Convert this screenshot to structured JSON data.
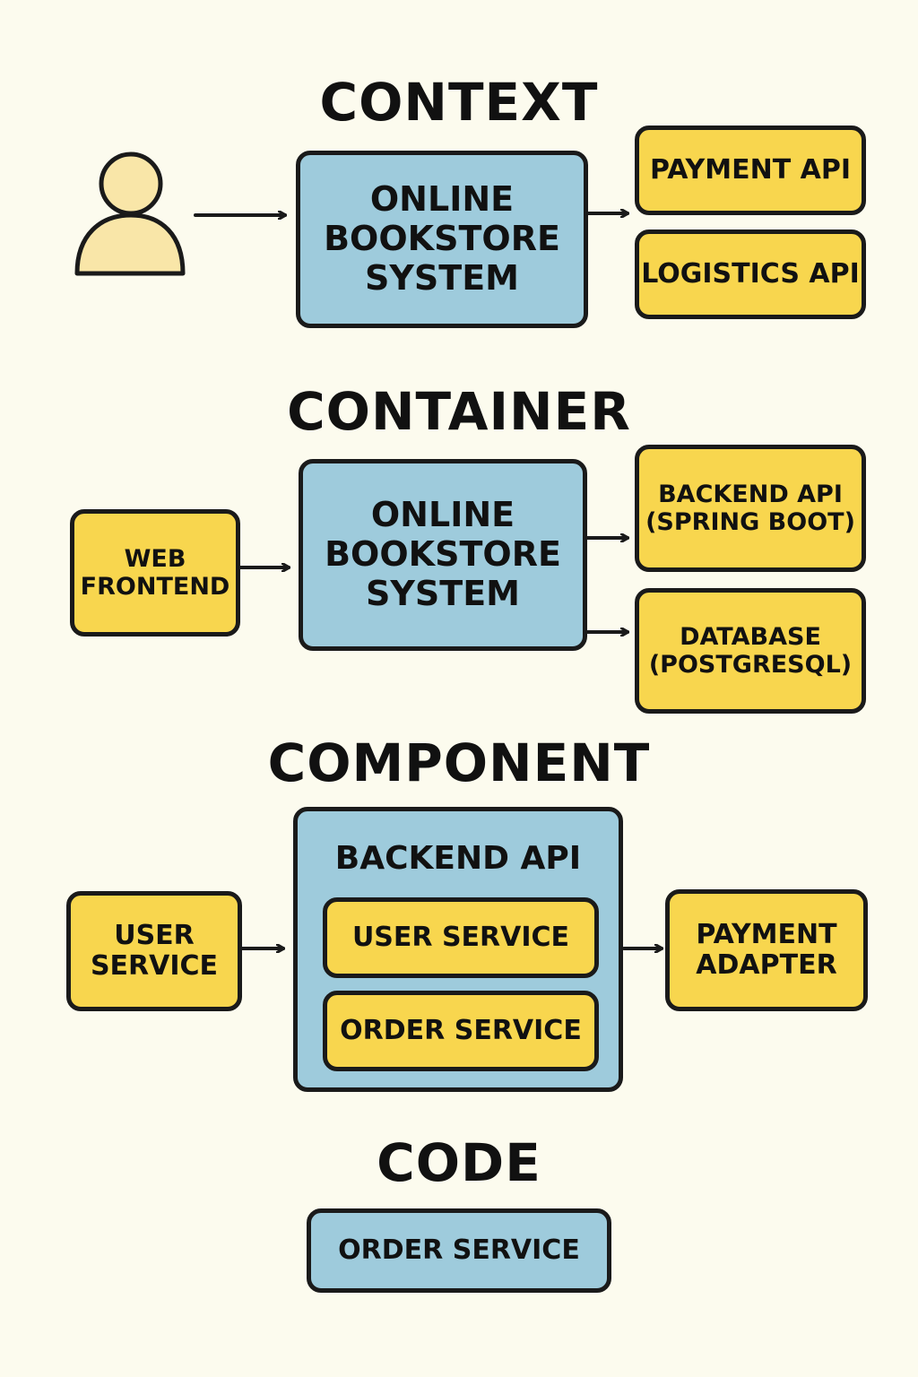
{
  "colors": {
    "background": "#fcfbee",
    "blue_box": "#9ecbdc",
    "yellow_box": "#f8d64e",
    "person": "#f9e6a8",
    "outline": "#1a1a1a"
  },
  "context": {
    "heading": "CONTEXT",
    "actor_icon": "person-icon",
    "system": "ONLINE\nBOOKSTORE\nSYSTEM",
    "external": [
      "PAYMENT API",
      "LOGISTICS API"
    ]
  },
  "container": {
    "heading": "CONTAINER",
    "frontend": "WEB\nFRONTEND",
    "system": "ONLINE\nBOOKSTORE\nSYSTEM",
    "backend": "BACKEND API\n(SPRING BOOT)",
    "database": "DATABASE\n(POSTGRESQL)"
  },
  "component": {
    "heading": "COMPONENT",
    "caller": "USER\nSERVICE",
    "group_title": "BACKEND API",
    "inner": [
      "USER SERVICE",
      "ORDER SERVICE"
    ],
    "adapter": "PAYMENT\nADAPTER"
  },
  "code": {
    "heading": "CODE",
    "box": "ORDER SERVICE"
  }
}
